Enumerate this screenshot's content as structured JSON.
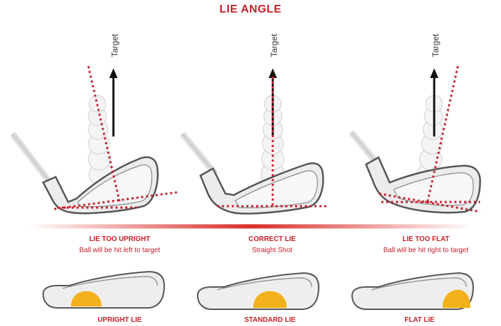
{
  "title": "LIE ANGLE",
  "target_label": "Target",
  "colors": {
    "accent": "#c8202a",
    "club_outline": "#555555",
    "club_fill": "#e9e9e9",
    "impact": "#f3b21b",
    "ground": "#d9302c"
  },
  "clubs": [
    {
      "id": "upright",
      "title": "LIE TOO UPRIGHT",
      "subtitle": "Ball will be hit left to target",
      "bottom_label": "UPRIGHT LIE"
    },
    {
      "id": "correct",
      "title": "CORRECT LIE",
      "subtitle": "Straight Shot",
      "bottom_label": "STANDARD LIE"
    },
    {
      "id": "flat",
      "title": "LIE TOO FLAT",
      "subtitle": "Ball will be hit right to target",
      "bottom_label": "FLAT LIE"
    }
  ]
}
